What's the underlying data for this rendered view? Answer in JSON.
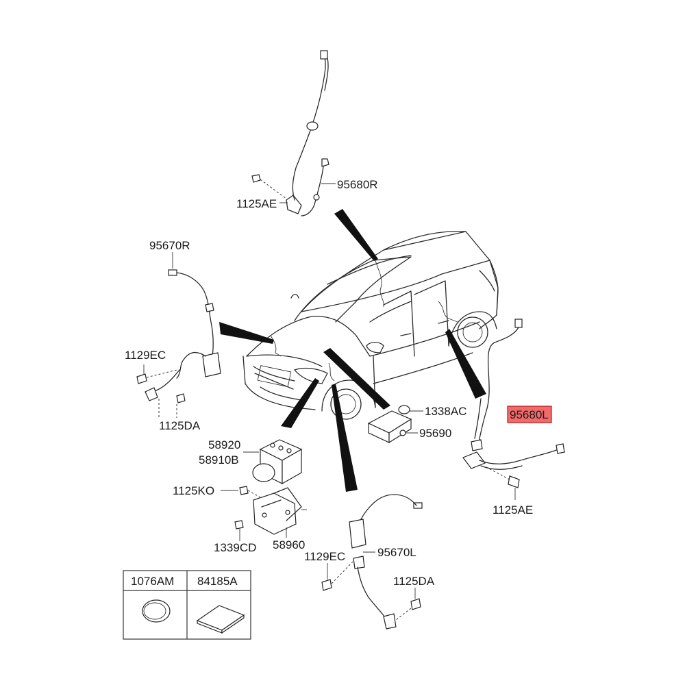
{
  "labels": {
    "p95680R": "95680R",
    "p1125AE_top": "1125AE",
    "p95670R": "95670R",
    "p1129EC_left": "1129EC",
    "p1125DA_left": "1125DA",
    "p1338AC": "1338AC",
    "p95690": "95690",
    "p95680L": "95680L",
    "p58920": "58920",
    "p58910B": "58910B",
    "p1125KO": "1125KO",
    "p1339CD": "1339CD",
    "p58960": "58960",
    "p1125AE_right": "1125AE",
    "p1129EC_bottom": "1129EC",
    "p95670L": "95670L",
    "p1125DA_bottom": "1125DA"
  },
  "legend_table": {
    "headers": [
      "1076AM",
      "84185A"
    ]
  },
  "highlight": {
    "part": "95680L",
    "fill_color": "#f06a6a",
    "border_color": "#b21e1e"
  }
}
